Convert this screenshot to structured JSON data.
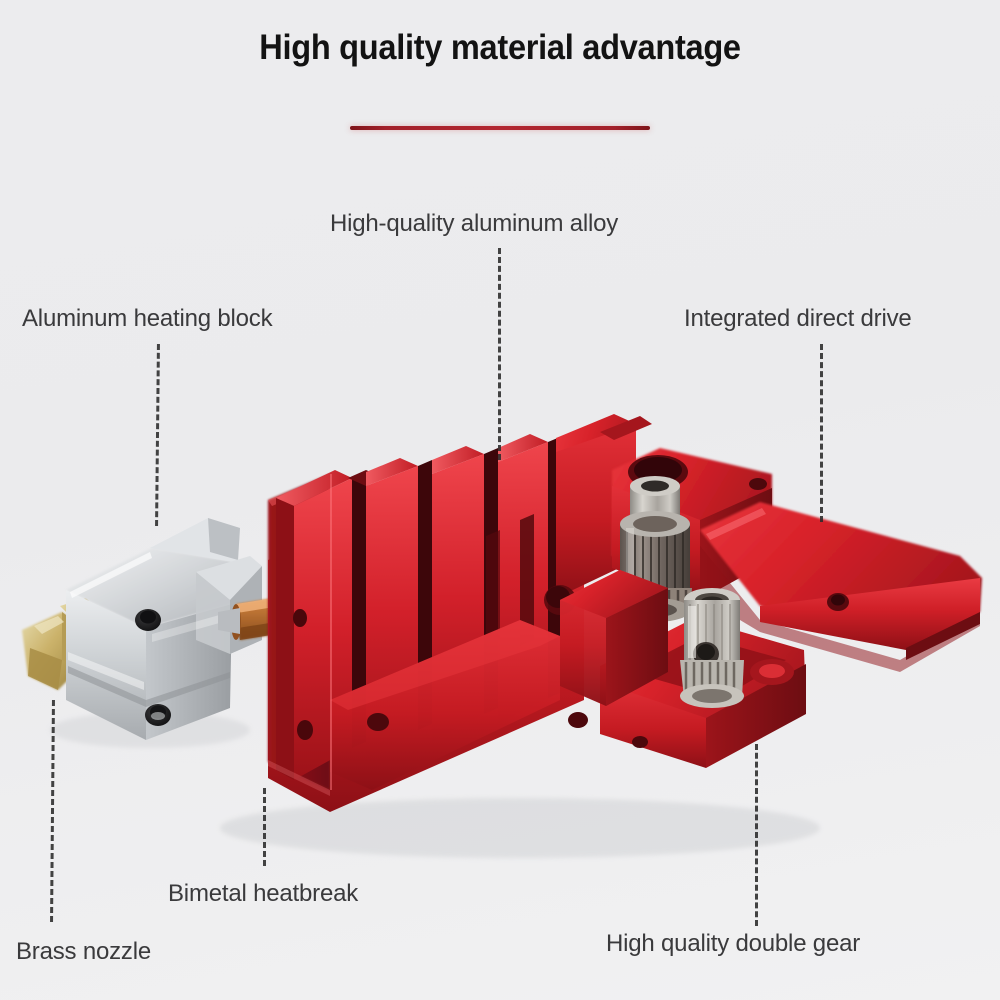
{
  "page": {
    "title": "High quality material advantage",
    "background_color": "#ececee",
    "accent_color": "#a3202a",
    "label_color": "#3a3a3c",
    "title_color": "#131313"
  },
  "divider": {
    "name": "title-underline",
    "color": "#a3202a"
  },
  "callouts": [
    {
      "id": "alloy",
      "label": "High-quality aluminum alloy",
      "target": "heatsink-body"
    },
    {
      "id": "block",
      "label": "Aluminum heating block",
      "target": "heating-block"
    },
    {
      "id": "drive",
      "label": "Integrated direct drive",
      "target": "extruder-arm"
    },
    {
      "id": "heatbk",
      "label": "Bimetal heatbreak",
      "target": "heatbreak-tube"
    },
    {
      "id": "nozzle",
      "label": "Brass nozzle",
      "target": "brass-nozzle"
    },
    {
      "id": "gear",
      "label": "High quality double gear",
      "target": "drive-gears"
    }
  ],
  "product": {
    "name": "3d-printer-hotend-extruder",
    "parts": [
      {
        "name": "brass-nozzle",
        "material": "brass",
        "color": "#cbb26a"
      },
      {
        "name": "heating-block",
        "material": "aluminum",
        "color": "#c9cbcd"
      },
      {
        "name": "heatbreak-tube",
        "material": "bimetal-copper",
        "color": "#c07a38"
      },
      {
        "name": "heatsink-body",
        "material": "anodized-aluminum",
        "color": "#d8222a"
      },
      {
        "name": "drive-gears",
        "material": "hardened-steel",
        "color": "#b4b1ac"
      },
      {
        "name": "extruder-arm",
        "material": "anodized-aluminum",
        "color": "#cf1f27"
      }
    ]
  }
}
